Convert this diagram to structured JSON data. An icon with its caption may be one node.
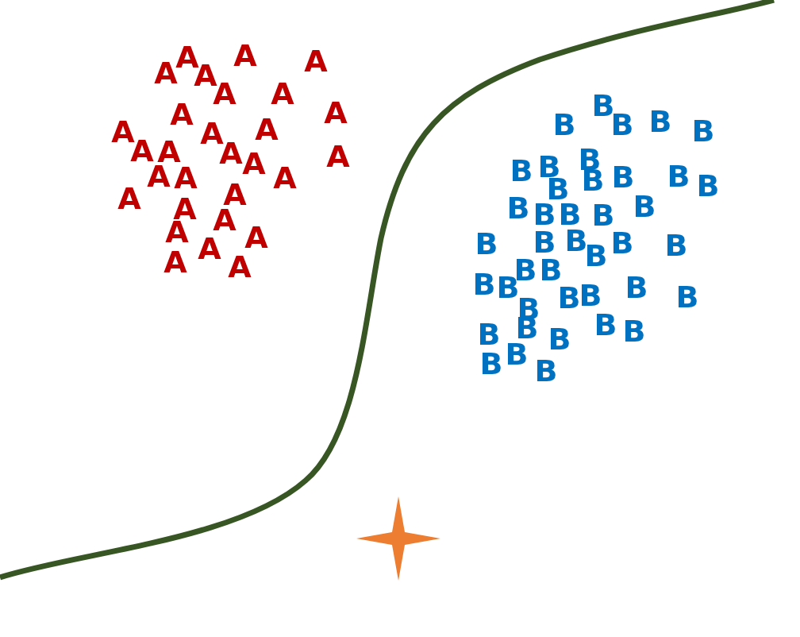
{
  "diagram": {
    "nodes": [
      {
        "text": [],
        "shape": "star"
      }
    ],
    "labels": [
      "A",
      "A",
      "A",
      "A",
      "A",
      "A",
      "A",
      "A",
      "A",
      "A",
      "A",
      "A",
      "A",
      "A",
      "A",
      "A",
      "A",
      "A",
      "A",
      "A",
      "A",
      "A",
      "A",
      "A",
      "A",
      "A",
      "A",
      "A",
      "A",
      "B",
      "B",
      "B",
      "B",
      "B",
      "B",
      "B",
      "B",
      "B",
      "B",
      "B",
      "B",
      "B",
      "B",
      "B",
      "B",
      "B",
      "B",
      "B",
      "B",
      "B",
      "B",
      "B",
      "B",
      "B",
      "B",
      "B",
      "B",
      "B",
      "B",
      "B",
      "B",
      "B",
      "B",
      "B",
      "B",
      "B",
      "B",
      "B",
      "B",
      "B"
    ]
  }
}
